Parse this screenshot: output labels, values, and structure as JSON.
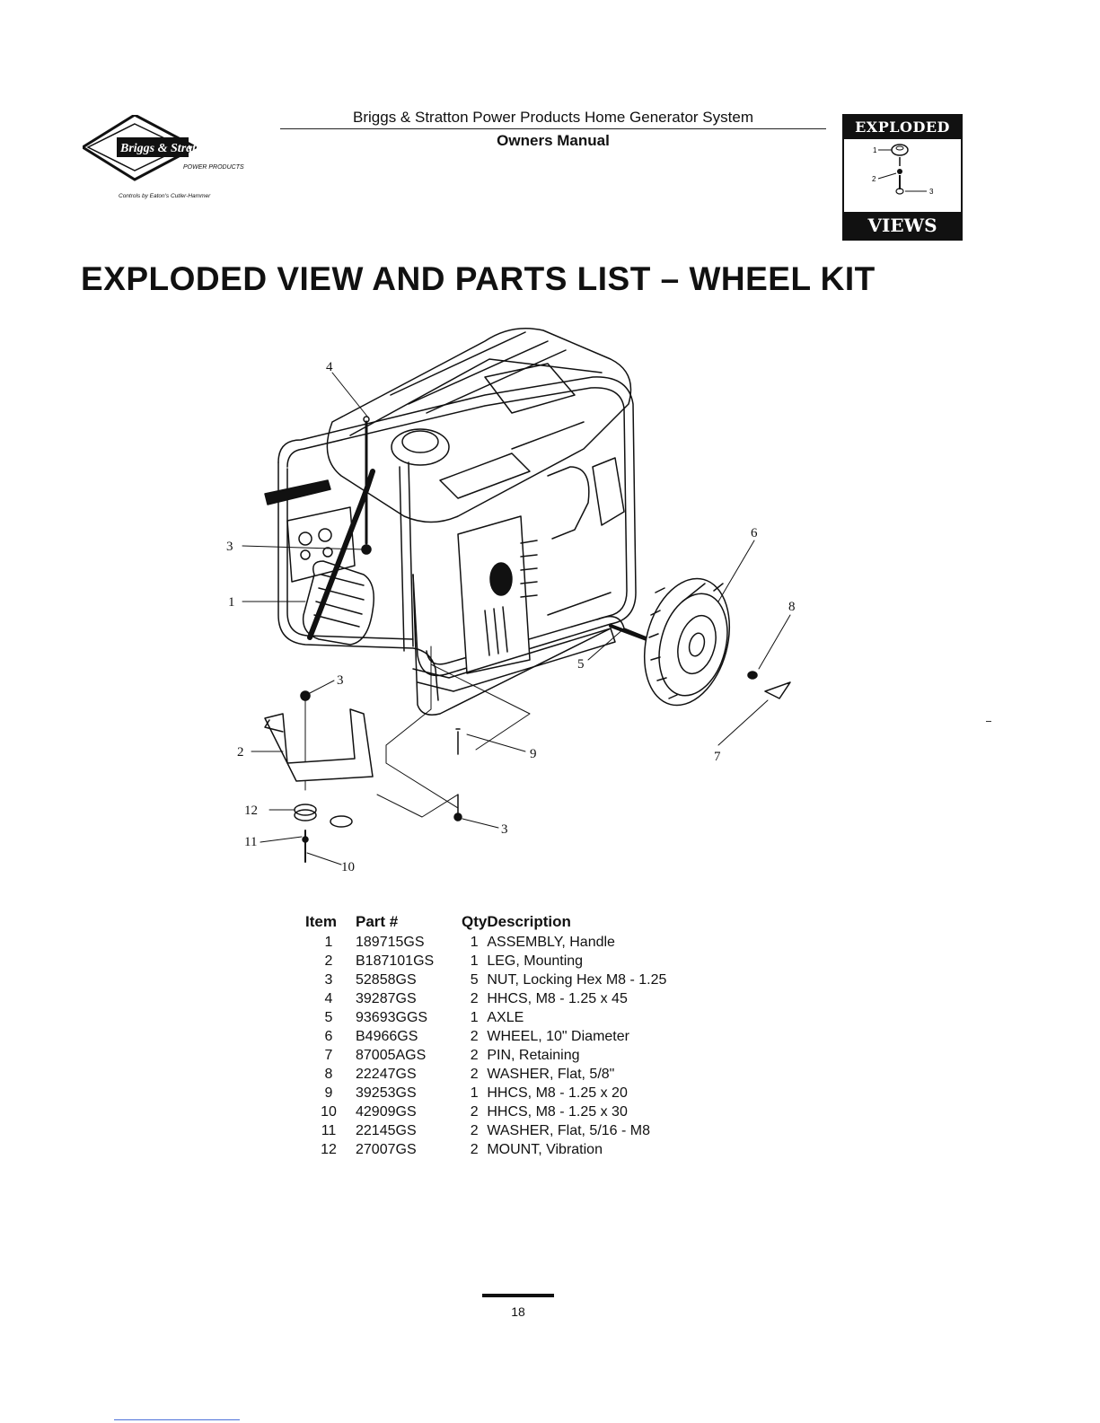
{
  "header": {
    "logo_text": "Briggs & Stratton",
    "logo_sub": "POWER PRODUCTS",
    "logo_tagline": "Controls by Eaton's Cutler-Hammer",
    "title": "Briggs & Stratton Power Products Home Generator System",
    "subtitle": "Owners Manual",
    "badge_top": "EXPLODED",
    "badge_bottom": "VIEWS",
    "badge_callouts": [
      "1",
      "2",
      "3"
    ]
  },
  "page_title": "EXPLODED VIEW AND PARTS LIST – WHEEL KIT",
  "diagram": {
    "callouts": [
      "4",
      "3",
      "1",
      "3",
      "2",
      "12",
      "11",
      "10",
      "3",
      "9",
      "5",
      "6",
      "8",
      "7"
    ]
  },
  "parts_list": {
    "headers": [
      "Item",
      "Part #",
      "Qty",
      "Description"
    ],
    "rows": [
      {
        "item": "1",
        "part": "189715GS",
        "qty": "1",
        "desc": "ASSEMBLY, Handle"
      },
      {
        "item": "2",
        "part": "B187101GS",
        "qty": "1",
        "desc": "LEG, Mounting"
      },
      {
        "item": "3",
        "part": "52858GS",
        "qty": "5",
        "desc": "NUT, Locking Hex M8 - 1.25"
      },
      {
        "item": "4",
        "part": "39287GS",
        "qty": "2",
        "desc": "HHCS, M8 - 1.25 x 45"
      },
      {
        "item": "5",
        "part": "93693GGS",
        "qty": "1",
        "desc": "AXLE"
      },
      {
        "item": "6",
        "part": "B4966GS",
        "qty": "2",
        "desc": "WHEEL, 10\" Diameter"
      },
      {
        "item": "7",
        "part": "87005AGS",
        "qty": "2",
        "desc": "PIN, Retaining"
      },
      {
        "item": "8",
        "part": "22247GS",
        "qty": "2",
        "desc": "WASHER, Flat, 5/8\""
      },
      {
        "item": "9",
        "part": "39253GS",
        "qty": "1",
        "desc": "HHCS, M8 - 1.25 x 20"
      },
      {
        "item": "10",
        "part": "42909GS",
        "qty": "2",
        "desc": "HHCS, M8 - 1.25 x 30"
      },
      {
        "item": "11",
        "part": "22145GS",
        "qty": "2",
        "desc": "WASHER, Flat, 5/16 - M8"
      },
      {
        "item": "12",
        "part": "27007GS",
        "qty": "2",
        "desc": "MOUNT, Vibration"
      }
    ]
  },
  "page_number": "18"
}
